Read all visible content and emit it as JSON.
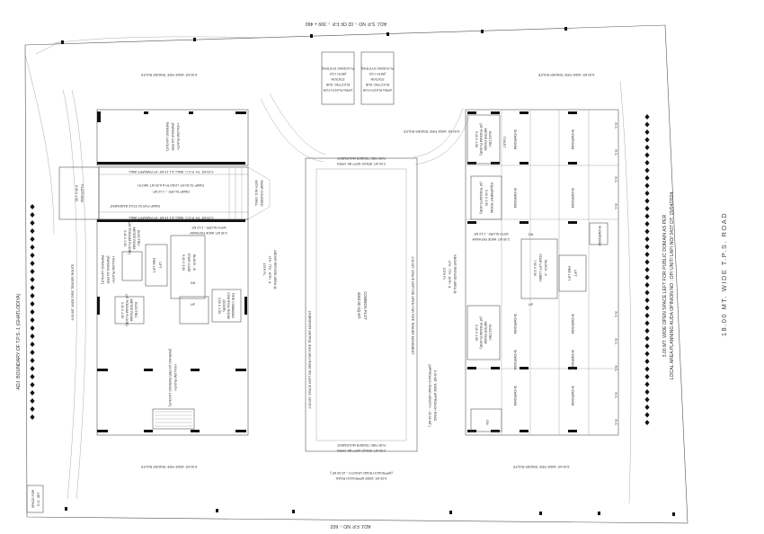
{
  "labels": {
    "top_edge": "ADJ. S.P. NO :- 02 OF F.P. :- 399 + 460",
    "bottom_edge": "ADJ. F.P. NO :- 602",
    "left_edge": "ADJ. BOUNDARY OF T.P.S.-1 (GHATLODIYA)",
    "right_road": "18.00 MT. WIDE T.P.S. ROAD",
    "open_space_1": "3.00 MT. WIDE OPEN SPACE LEFT FOR PUBLIC DOMAIN AS PER",
    "open_space_2": "LOCAL AREA PLANNING AUDA OPINION NO : OP/ UNIT/ LAP/ NO/ 3437 DT. 15/04/2024",
    "fire_route": "8.00 MT. WIDE FIRE TENDER ROUTE",
    "fire_route_left": "8.00 MT. WIDE FIRE TENDER ROUTE",
    "fire_route_center": "8.00 MT. WIDE FIRE TENDER ROUTE",
    "space_fire_tender": "2.00 MT. SPACE KEPT BE OPEN FOR FIRE TENDER MOVEMENT",
    "space_fire_tender_short": "2.00 MT. SPACE KEPT BE OPEN",
    "for_fire_tender": "FOR FIRE TENDER MOVEMENT",
    "common_plot_1": "COMMON PLOT",
    "common_plot_2": "4053.00 SQ.MT.",
    "approach_road_1": "6.00 MT. WIDE APPROACH ROAD",
    "approach_road_2": "(APPROACH ROAD LENGTH :- 22.00 MT.)",
    "approach_road_3": "(APPROACH ROAD LENGTH :- 33.00 MT.)",
    "electric_sub_1": "OPEN PLINTH FOR",
    "electric_sub_2": "ELECTRIC SUB",
    "electric_sub_3": "STATION",
    "electric_sub_4": "(WITH CO2",
    "electric_sub_5": "FLOODING SYSTEM)",
    "hollow_plinth_1": "HOLLOW PLINTH",
    "hollow_plinth_2": "(PARKING AS PER",
    "hollow_plinth_3": "PARKING LAYOUT)",
    "hollow_plinth_big": "(PARKING AS PER PARKING LAYOUT)",
    "hollow_plinth_mid_1": "HOLLOW PLINTH",
    "hollow_plinth_mid_2": "(PARKING AS PER",
    "hollow_plinth_mid_3": "PARKING LAYOUT)",
    "ramp_wall_top": "0.23 MT. TH. R.C.C. WALL & 1.15 MT. HT PARAPET WALL",
    "ramp_slope": "RAMP 31.50 MT. LENGTH & 6.00 MT. WIDTH",
    "ramp_slope_2": "RAMP SLOPE :- 1:12 MT.",
    "ramp_wall_bottom": "0.23 MT. TH. R.C.C. WALL & 1.15 MT. HT PARAPET WALL",
    "ramp_covered_1": "RAMP COVERED",
    "ramp_covered_2": "WITH M.S. GRILL",
    "platform_1": "PLATFORM",
    "platform_2": "6.00 X 4.50",
    "ramp_basement": "RAMP FOR 02 STILE BASEMENT",
    "pathway": "3.35 MT. WIDE PATHWAY",
    "pathway_slope": "WITH SLOPE - 1:12 MT.",
    "electric_meter_1": "ELECTRIC",
    "electric_meter_2": "METER ROOM",
    "electric_meter_3": "(AT PODIUM FLOOR)",
    "electric_meter_4": "3.40 X 4.50",
    "block_b_1": "BLOCK - B",
    "block_b_2": "STAIR CASE",
    "block_b_3": "9.30 X 3.50",
    "block_a_1": "BLOCK - A",
    "block_a_2": "STAIR LIFT LOBBY",
    "block_a_3": "7.00 X 3.50",
    "lift": "LIFT",
    "fire_lift": "FIRE LIFT",
    "up": "UP",
    "dn": "DN",
    "refuge_1": "ABOVE REFUGE AREA @",
    "refuge_2": "4TH, 7TH, 10TH, &",
    "refuge_3": "13TH FL.",
    "fire_command_1": "FIRE COMMAND",
    "fire_command_2": "CONTROL ROOM",
    "fire_command_3": "(DOOR)",
    "fire_command_4": "3.50 X 2.50",
    "equip_room_1": "EQUIPMENT ROOM",
    "equip_room_2": "3.40 X 2.50",
    "equip_room_3": "(AT PODIUM FLOOR)",
    "showroom": "SHOWROOM",
    "rs": "R.S.",
    "toilet": "TOILET",
    "space_dg_1": "SPACE FOR",
    "space_dg_2": "D.G. SET",
    "dn_stair": "DN"
  },
  "icons": {
    "tree": "tree-symbol",
    "column": "column-mark",
    "stair": "stair-hatch"
  },
  "colors": {
    "line": "#555555",
    "wall": "#111111",
    "text": "#333333",
    "background": "#ffffff"
  }
}
